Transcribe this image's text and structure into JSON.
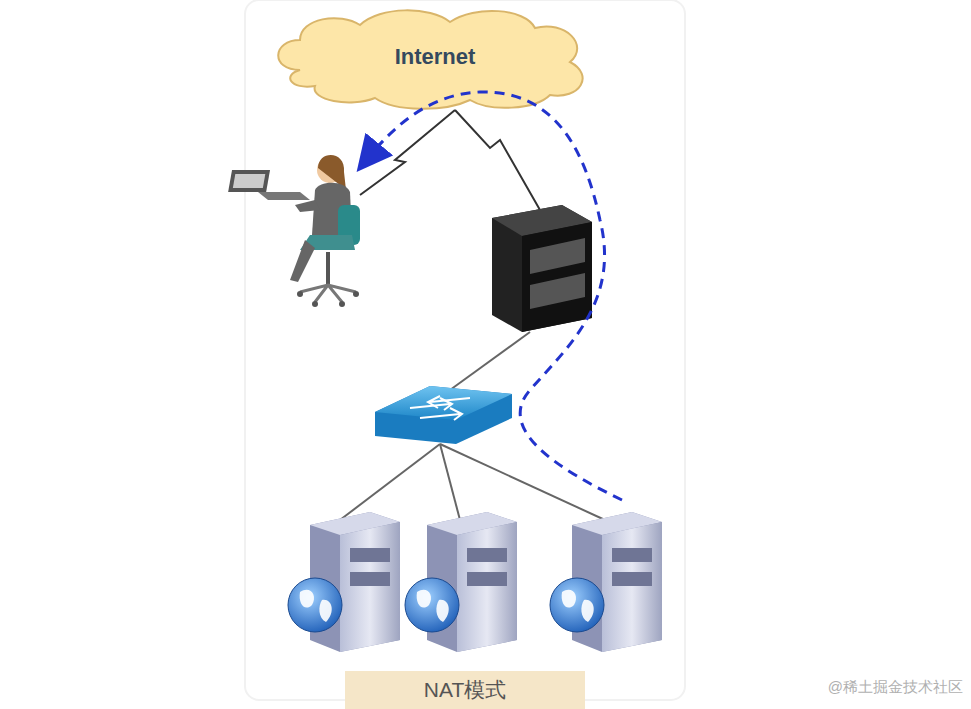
{
  "diagram": {
    "nodes": [
      {
        "text": [
          "Internet"
        ]
      },
      {
        "text": [
          "NAT模式"
        ]
      }
    ],
    "labels": [
      "@稀土掘金技术社区"
    ]
  }
}
